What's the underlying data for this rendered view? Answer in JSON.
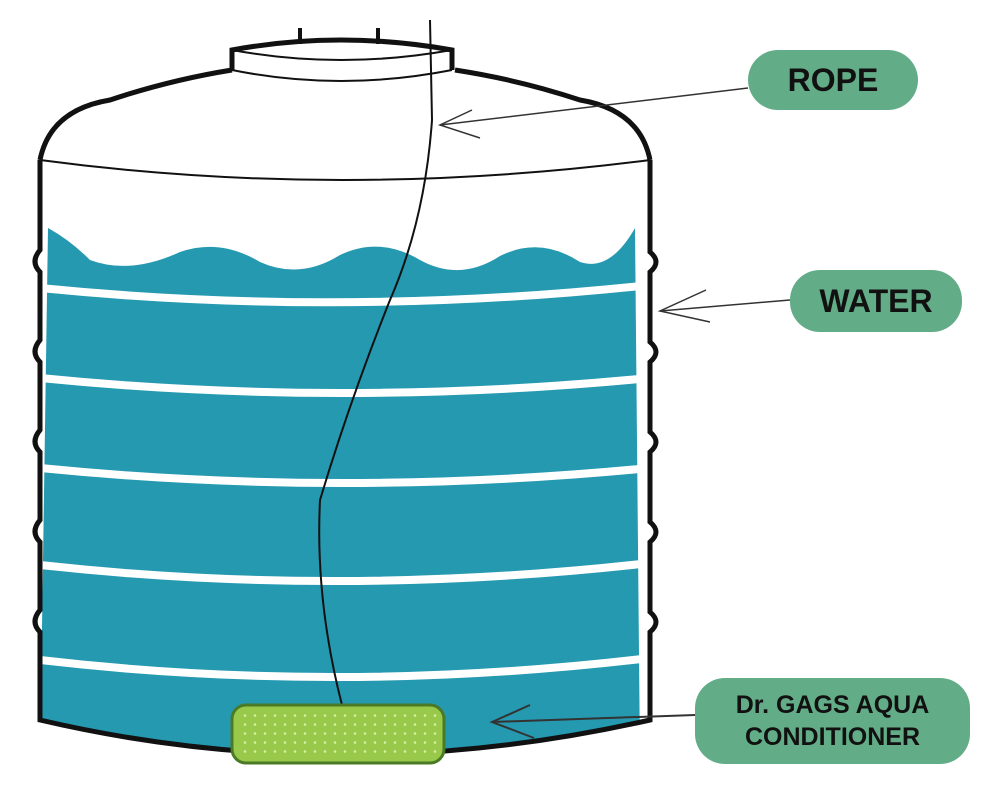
{
  "diagram": {
    "subject": "Water tank with aqua conditioner suspended by rope",
    "labels": {
      "rope": "ROPE",
      "water": "WATER",
      "conditioner_line1": "Dr. GAGS AQUA",
      "conditioner_line2": "CONDITIONER"
    },
    "colors": {
      "water": "#2599b0",
      "label_bg": "#62ad87",
      "conditioner": "#9ccc4e",
      "outline": "#111111"
    }
  }
}
